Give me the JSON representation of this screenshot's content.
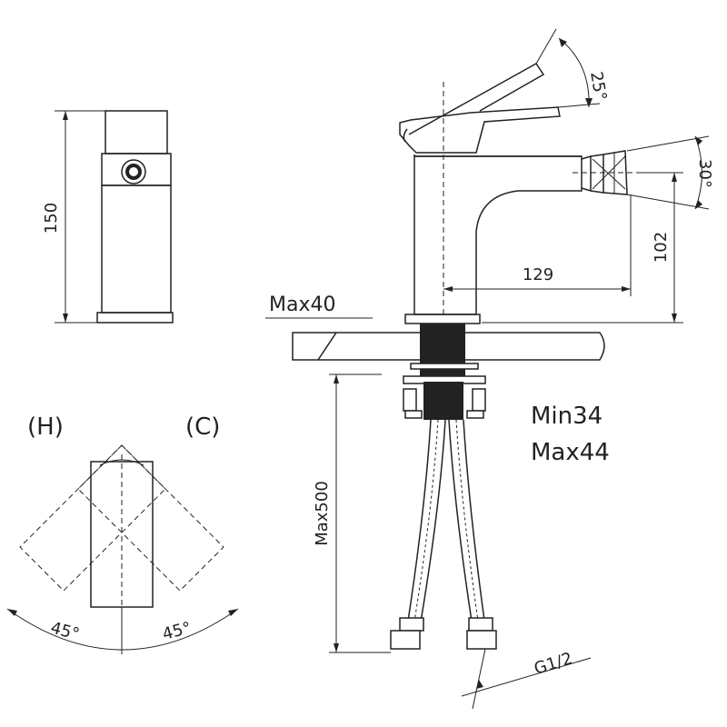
{
  "dimensions": {
    "height_total": "150",
    "spout_height": "102",
    "spout_reach": "129",
    "lever_angle": "25°",
    "aerator_angle": "30°",
    "deck_thickness_max": "Max40",
    "deck_clamp_min": "Min34",
    "deck_clamp_max": "Max44",
    "hose_length_max": "Max500",
    "thread": "G1/2",
    "rotation_left": "45°",
    "rotation_right": "45°"
  },
  "labels": {
    "hot": "(H)",
    "cold": "(C)"
  }
}
